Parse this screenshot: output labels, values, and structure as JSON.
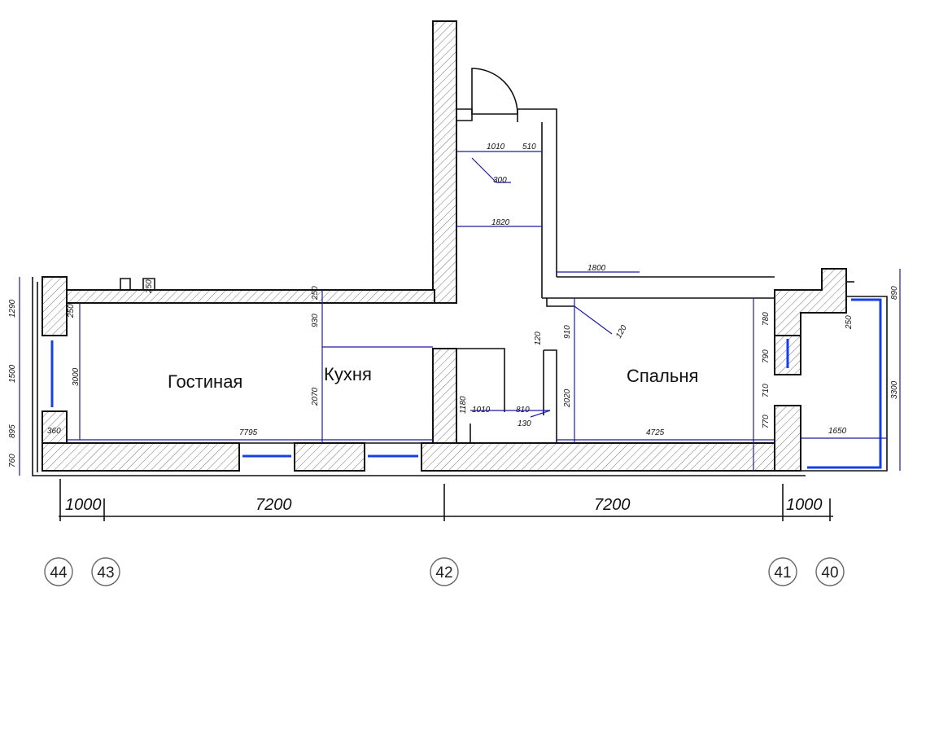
{
  "rooms": {
    "living": "Гостиная",
    "kitchen": "Кухня",
    "bedroom": "Спальня"
  },
  "axes": {
    "a44": "44",
    "a43": "43",
    "a42": "42",
    "a41": "41",
    "a40": "40"
  },
  "grid_dims": {
    "d1": "1000",
    "d2": "7200",
    "d3": "7200",
    "d4": "1000"
  },
  "dims": {
    "entry_1010": "1010",
    "entry_510": "510",
    "entry_300": "300",
    "entry_1820": "1820",
    "corr_1800": "1800",
    "left_1290": "1290",
    "left_250": "250",
    "left_1500": "1500",
    "left_3000": "3000",
    "left_895": "895",
    "left_360": "360",
    "left_760": "760",
    "top_250": "250",
    "living_7795": "7795",
    "kitchen_930": "930",
    "kitchen_250": "250",
    "kitchen_2070": "2070",
    "bath_1180": "1180",
    "bath_1010": "1010",
    "bath_810": "810",
    "bath_130": "130",
    "bath_120": "120",
    "bed_910": "910",
    "bed_120": "120",
    "bed_2020": "2020",
    "bed_4725": "4725",
    "bed_780": "780",
    "bed_790": "790",
    "bed_710": "710",
    "bed_770": "770",
    "balc_1650": "1650",
    "balc_890": "890",
    "balc_250": "250",
    "balc_3300": "3300"
  },
  "accent_colors": {
    "dimension": "#1a1aa8",
    "window": "#1540e6",
    "wall": "#111111"
  }
}
